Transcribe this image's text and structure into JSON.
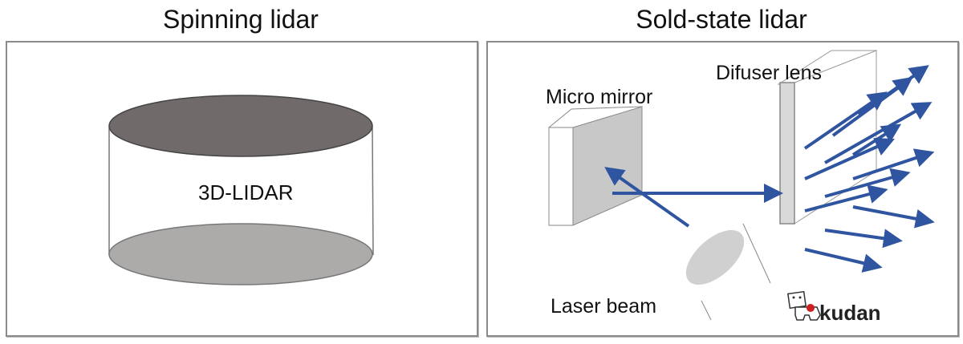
{
  "panels": {
    "left": {
      "title": "Spinning lidar",
      "device_label": "3D-LIDAR",
      "colors": {
        "top_disc": "#706a6a",
        "bottom_disc": "#adaaaa",
        "outline": "#555555"
      }
    },
    "right": {
      "title": "Sold-state lidar",
      "labels": {
        "mirror": "Micro mirror",
        "diffuser": "Difuser lens",
        "laser": "Laser beam"
      },
      "colors": {
        "beam": "#2f55a0",
        "mirror_face": "#c8c8c8",
        "lens": "#d0d0d0"
      },
      "logo_text": "kudan"
    }
  }
}
